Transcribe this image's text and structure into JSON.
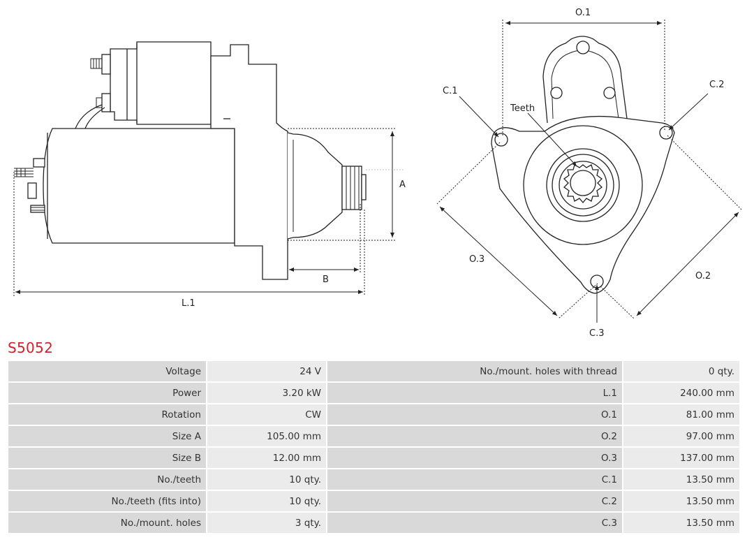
{
  "drawing": {
    "side_view": {
      "dim_a": "A",
      "dim_b": "B",
      "dim_l1": "L.1"
    },
    "front_view": {
      "dim_o1": "O.1",
      "dim_o2": "O.2",
      "dim_o3": "O.3",
      "dim_c1": "C.1",
      "dim_c2": "C.2",
      "dim_c3": "C.3",
      "teeth_label": "Teeth"
    }
  },
  "product": {
    "part_number": "S5052",
    "accent_color": "#d0232a"
  },
  "specs_left": [
    {
      "label": "Voltage",
      "value": "24 V"
    },
    {
      "label": "Power",
      "value": "3.20 kW"
    },
    {
      "label": "Rotation",
      "value": "CW"
    },
    {
      "label": "Size A",
      "value": "105.00 mm"
    },
    {
      "label": "Size B",
      "value": "12.00 mm"
    },
    {
      "label": "No./teeth",
      "value": "10 qty."
    },
    {
      "label": "No./teeth (fits into)",
      "value": "10 qty."
    },
    {
      "label": "No./mount. holes",
      "value": "3 qty."
    }
  ],
  "specs_right": [
    {
      "label": "No./mount. holes with thread",
      "value": "0 qty."
    },
    {
      "label": "L.1",
      "value": "240.00 mm"
    },
    {
      "label": "O.1",
      "value": "81.00 mm"
    },
    {
      "label": "O.2",
      "value": "97.00 mm"
    },
    {
      "label": "O.3",
      "value": "137.00 mm"
    },
    {
      "label": "C.1",
      "value": "13.50 mm"
    },
    {
      "label": "C.2",
      "value": "13.50 mm"
    },
    {
      "label": "C.3",
      "value": "13.50 mm"
    }
  ]
}
